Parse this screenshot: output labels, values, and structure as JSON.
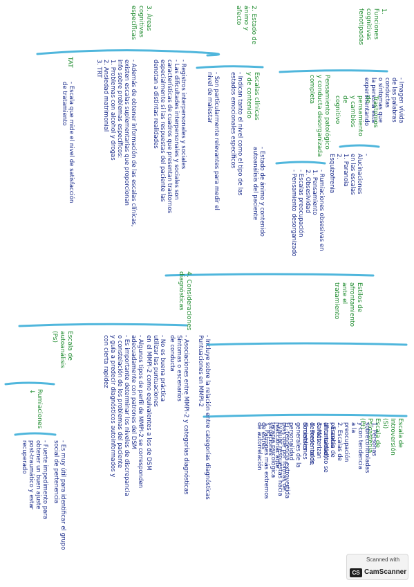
{
  "sections": {
    "s1_title": "1. Funciones\ncognitivas\nfenotipadas",
    "s1_imagen": "- Imagen vívida de las palabras conductas\n  o síntomas que la persona está experimentando",
    "s1_trastornos": "Trastornos de\npensamiento\ny cambios de\ncognitivo",
    "s1_alucinaciones": "- Alucinaciones en las escalas\n  1. Paranoia\n  2. Esquizofrenia",
    "s1_pensamiento": "Pensamiento patológico\ny conducta desorganizada\ncompleta",
    "s1_rumiaciones": "- Rumiaciones obsesivas en\n  1. Pensamiento\n  2. Obsesividad\n- Escalas preocupación\n- Pensamiento desorganizado",
    "s2_title": "2. Estado de\nánimo y\nafecto",
    "s2_escalas": "Escalas clínicas\ny de contenido",
    "s2_estado": "- Estado de ánimo y contenido\n  autoanálisis del paciente",
    "s2_indican": "- Indican tanto el nivel como el tipo de las\n  estados emocionales específicos",
    "s2_son": "- Son particularmente relevantes para medir el\n  nivel de malestar",
    "s3_title": "3. Áreas\ncognitivas\nespecíficas",
    "s3_test": "TAT",
    "s3_registros": "- Registros interpersonales y sociales\n- Las dificultades interpersonales y sociales son\n  características de cuadros que presentan trastornos\n  especialmente si las respuestas del paciente las\n  denotan a distintas realidades",
    "s3_ademas": "- Además de obtener información de las escalas clínicas,\n  existen escalas suplementarias que proporcionan\n  info sobre problemas específicos:\n  1. Problemas con alcohol y drogas\n  2. Ansiedad matrimonial\n  3. TRT",
    "s3_escala": "- Escala que mide el nivel de satisfacción\n  de tratamiento",
    "s4_title": "4. Consideraciones\ndiagnósticas",
    "s4_item1": "- Asociaciones entre MMPI-2 y categorías diagnósticas\n  Síntomas o escenarios\n  de conducta",
    "s4_item2": "- No es buena práctica\n  utilizar las puntuaciones\n  en el MMPI-2 como equivalentes a los de DSM",
    "s4_item3": "- Algunos tipos de perfil de MMPI-2 se corresponden\n  adecuadamente con patrones del DSM",
    "s4_item4": "- Es importante determinar los niveles de discrepancia\n  o constelación de los problemas del paciente\n  y guía a predecir diagnósticos autoinformados y\n  con cierta rapidez",
    "s4_item5": "- Incluye sobre la relación entre categorías diagnósticas\n  Puntuaciones en MMPI-2",
    "s5_title": "Estilos de\nafrontamiento\nante el\ntratamiento",
    "s5_escala": "Escala de Introversión (Si)\nEscala de Psicastenia (Pt)",
    "s5_items": "1. Personas sobrecontroladas\n   y con tendencia a la\n   preocupación\n2. Escalas de paranoia (Intensidad)\n3. Más desordenados, Sociables",
    "s5_items2": "- Escalas de afrontamiento se\n  caracterizan\n  1. Presenta de dimensiones\n     generales de la personalidad\n     más que por formas de\n     reaccionar ante situaciones\n     de estrés",
    "s5_ej": "Ej. tendencia extrovertida\n  Evaluar respuestas hacia\n  terapia psicológica\n  1. Patrones más extremos\n     de autorrelación",
    "s6_title": "Escala de\nautoanálisis\n(Ps)",
    "s6_rumiaciones": "Rumiaciones\n↓",
    "s6_item1": "- Es muy útil para identificar el grupo\n  social de pertenencia",
    "s6_item2": "- Fuerte impedimento para\n  obtener un buen ajuste\n  post-traumático y estar\n  recuperado"
  },
  "scanner": {
    "top": "Scanned with",
    "logo": "CS",
    "brand": "CamScanner"
  },
  "colors": {
    "green": "#1e8b2e",
    "blue": "#1a2b8a",
    "bracket": "#4fb6dc"
  }
}
